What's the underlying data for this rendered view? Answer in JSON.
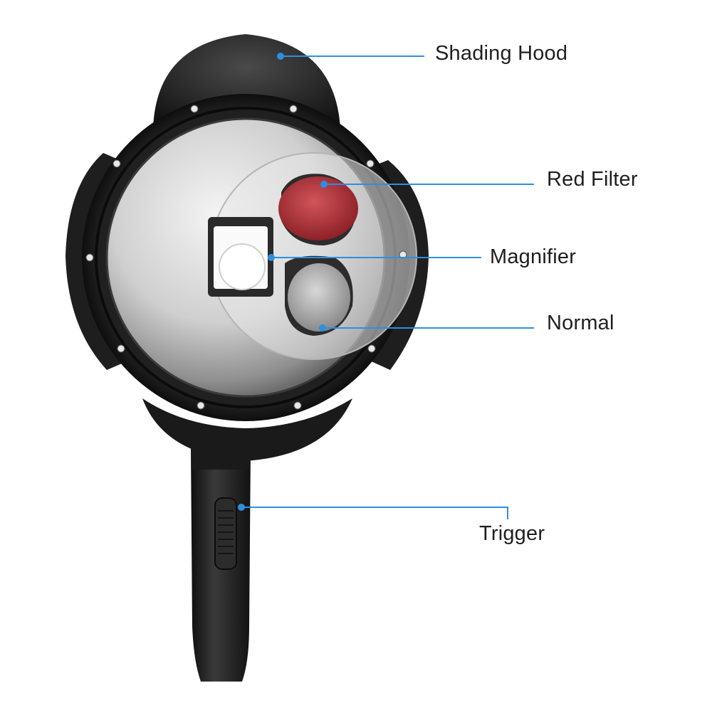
{
  "callouts": {
    "shading_hood": "Shading Hood",
    "red_filter": "Red Filter",
    "magnifier": "Magnifier",
    "normal": "Normal",
    "trigger": "Trigger"
  },
  "colors": {
    "callout_line": "#2e8fe0",
    "housing": "#1c1c1c",
    "filter_red": "#b8333a"
  }
}
